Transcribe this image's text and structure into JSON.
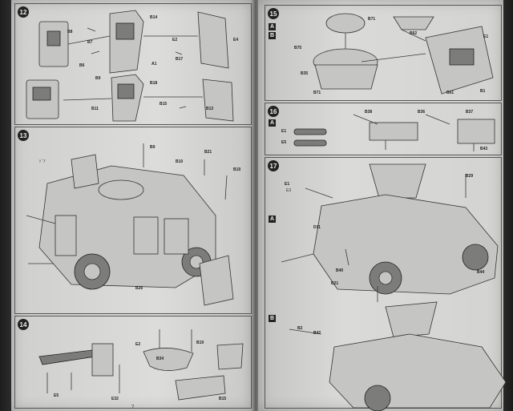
{
  "left_page": {
    "step12": {
      "number": "12",
      "labels": [
        "B8",
        "B17",
        "B14",
        "B7",
        "B9",
        "B18",
        "B11",
        "B15",
        "B6",
        "B13",
        "A1",
        "E2",
        "E4"
      ]
    },
    "step13": {
      "number": "13",
      "labels": [
        "B9",
        "B10",
        "B21",
        "B19",
        "B26"
      ]
    },
    "step14": {
      "number": "14",
      "labels": [
        "E2",
        "B34",
        "B15",
        "E32",
        "E5",
        "B19"
      ]
    },
    "page_number": "7"
  },
  "right_page": {
    "step15": {
      "number": "15",
      "tag_a": "A",
      "tag_b": "B",
      "labels": [
        "B71",
        "B62",
        "B75",
        "B35",
        "B71",
        "B1",
        "B61",
        "E1"
      ]
    },
    "step16": {
      "number": "16",
      "tag_a": "A",
      "labels": [
        "B38",
        "B36",
        "B37",
        "B43",
        "E1",
        "E5"
      ]
    },
    "step17": {
      "number": "17",
      "tag_a": "A",
      "tag_b": "B",
      "labels": [
        "D11",
        "E1",
        "B21",
        "B40",
        "B2",
        "B42",
        "B29",
        "B44"
      ]
    }
  },
  "colors": {
    "paper": "#d6d6d4",
    "ink": "#333333",
    "badge": "#222222"
  }
}
